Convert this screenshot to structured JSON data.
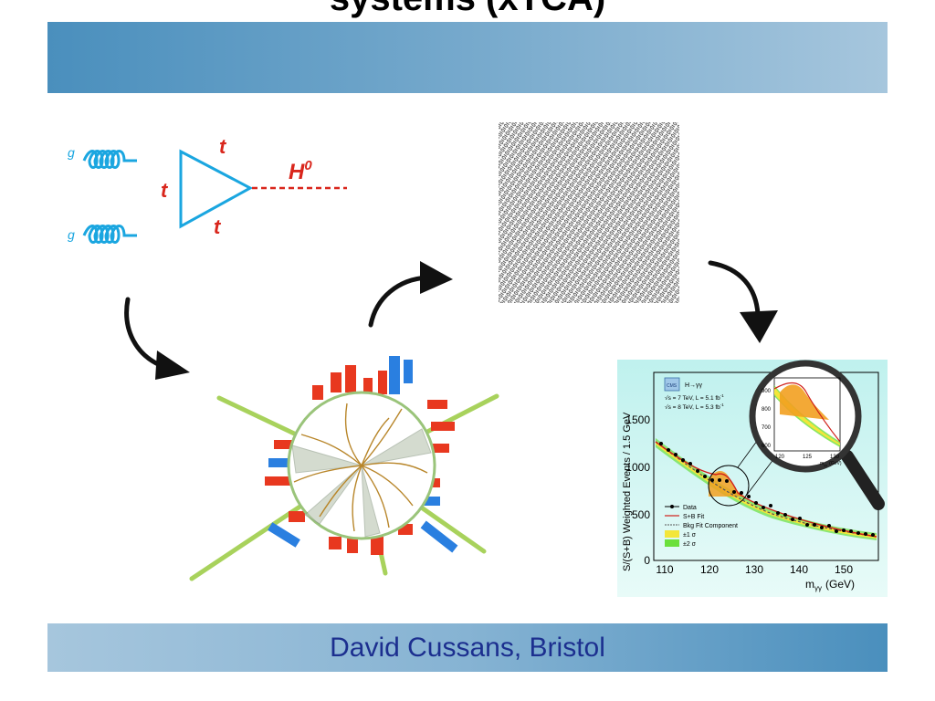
{
  "slide": {
    "title": "systems (xTCA)",
    "footer": "David Cussans, Bristol"
  },
  "feynman": {
    "gluon_top": "g",
    "gluon_bottom": "g",
    "top_upper": "t",
    "top_left": "t",
    "top_lower": "t",
    "higgs": "H",
    "higgs_sup": "0"
  },
  "plot": {
    "ylabel": "S/(S+B) Weighted Events / 1.5 GeV",
    "xlabel": "m",
    "xlabel_sub": "γγ",
    "xlabel_unit": "(GeV)",
    "x_ticks": [
      "110",
      "120",
      "130",
      "140",
      "150"
    ],
    "y_ticks": [
      "0",
      "500",
      "1000",
      "1500"
    ],
    "badge": "CMS",
    "channel": "H→γγ",
    "lumi_7": "√s = 7 TeV, L = 5.1 fb",
    "lumi_8": "√s = 8 TeV, L = 5.3 fb",
    "lumi_exp": "-1",
    "legend": [
      "Data",
      "S+B Fit",
      "Bkg Fit Component",
      "±1 σ",
      "±2 σ"
    ],
    "inset_y_ticks": [
      "900",
      "800",
      "700",
      "600"
    ],
    "inset_x_ticks": [
      "120",
      "125",
      "130"
    ],
    "inset_xlabel": "m",
    "inset_xlabel_sub": "γγ",
    "inset_xlabel_unit": "(GeV)"
  },
  "colors": {
    "title_bar_start": "#4a8fbd",
    "title_bar_end": "#a6c6dd",
    "footer_text": "#1c2f8f",
    "quark_line": "#1aa6e0",
    "label_red": "#d9261c"
  }
}
